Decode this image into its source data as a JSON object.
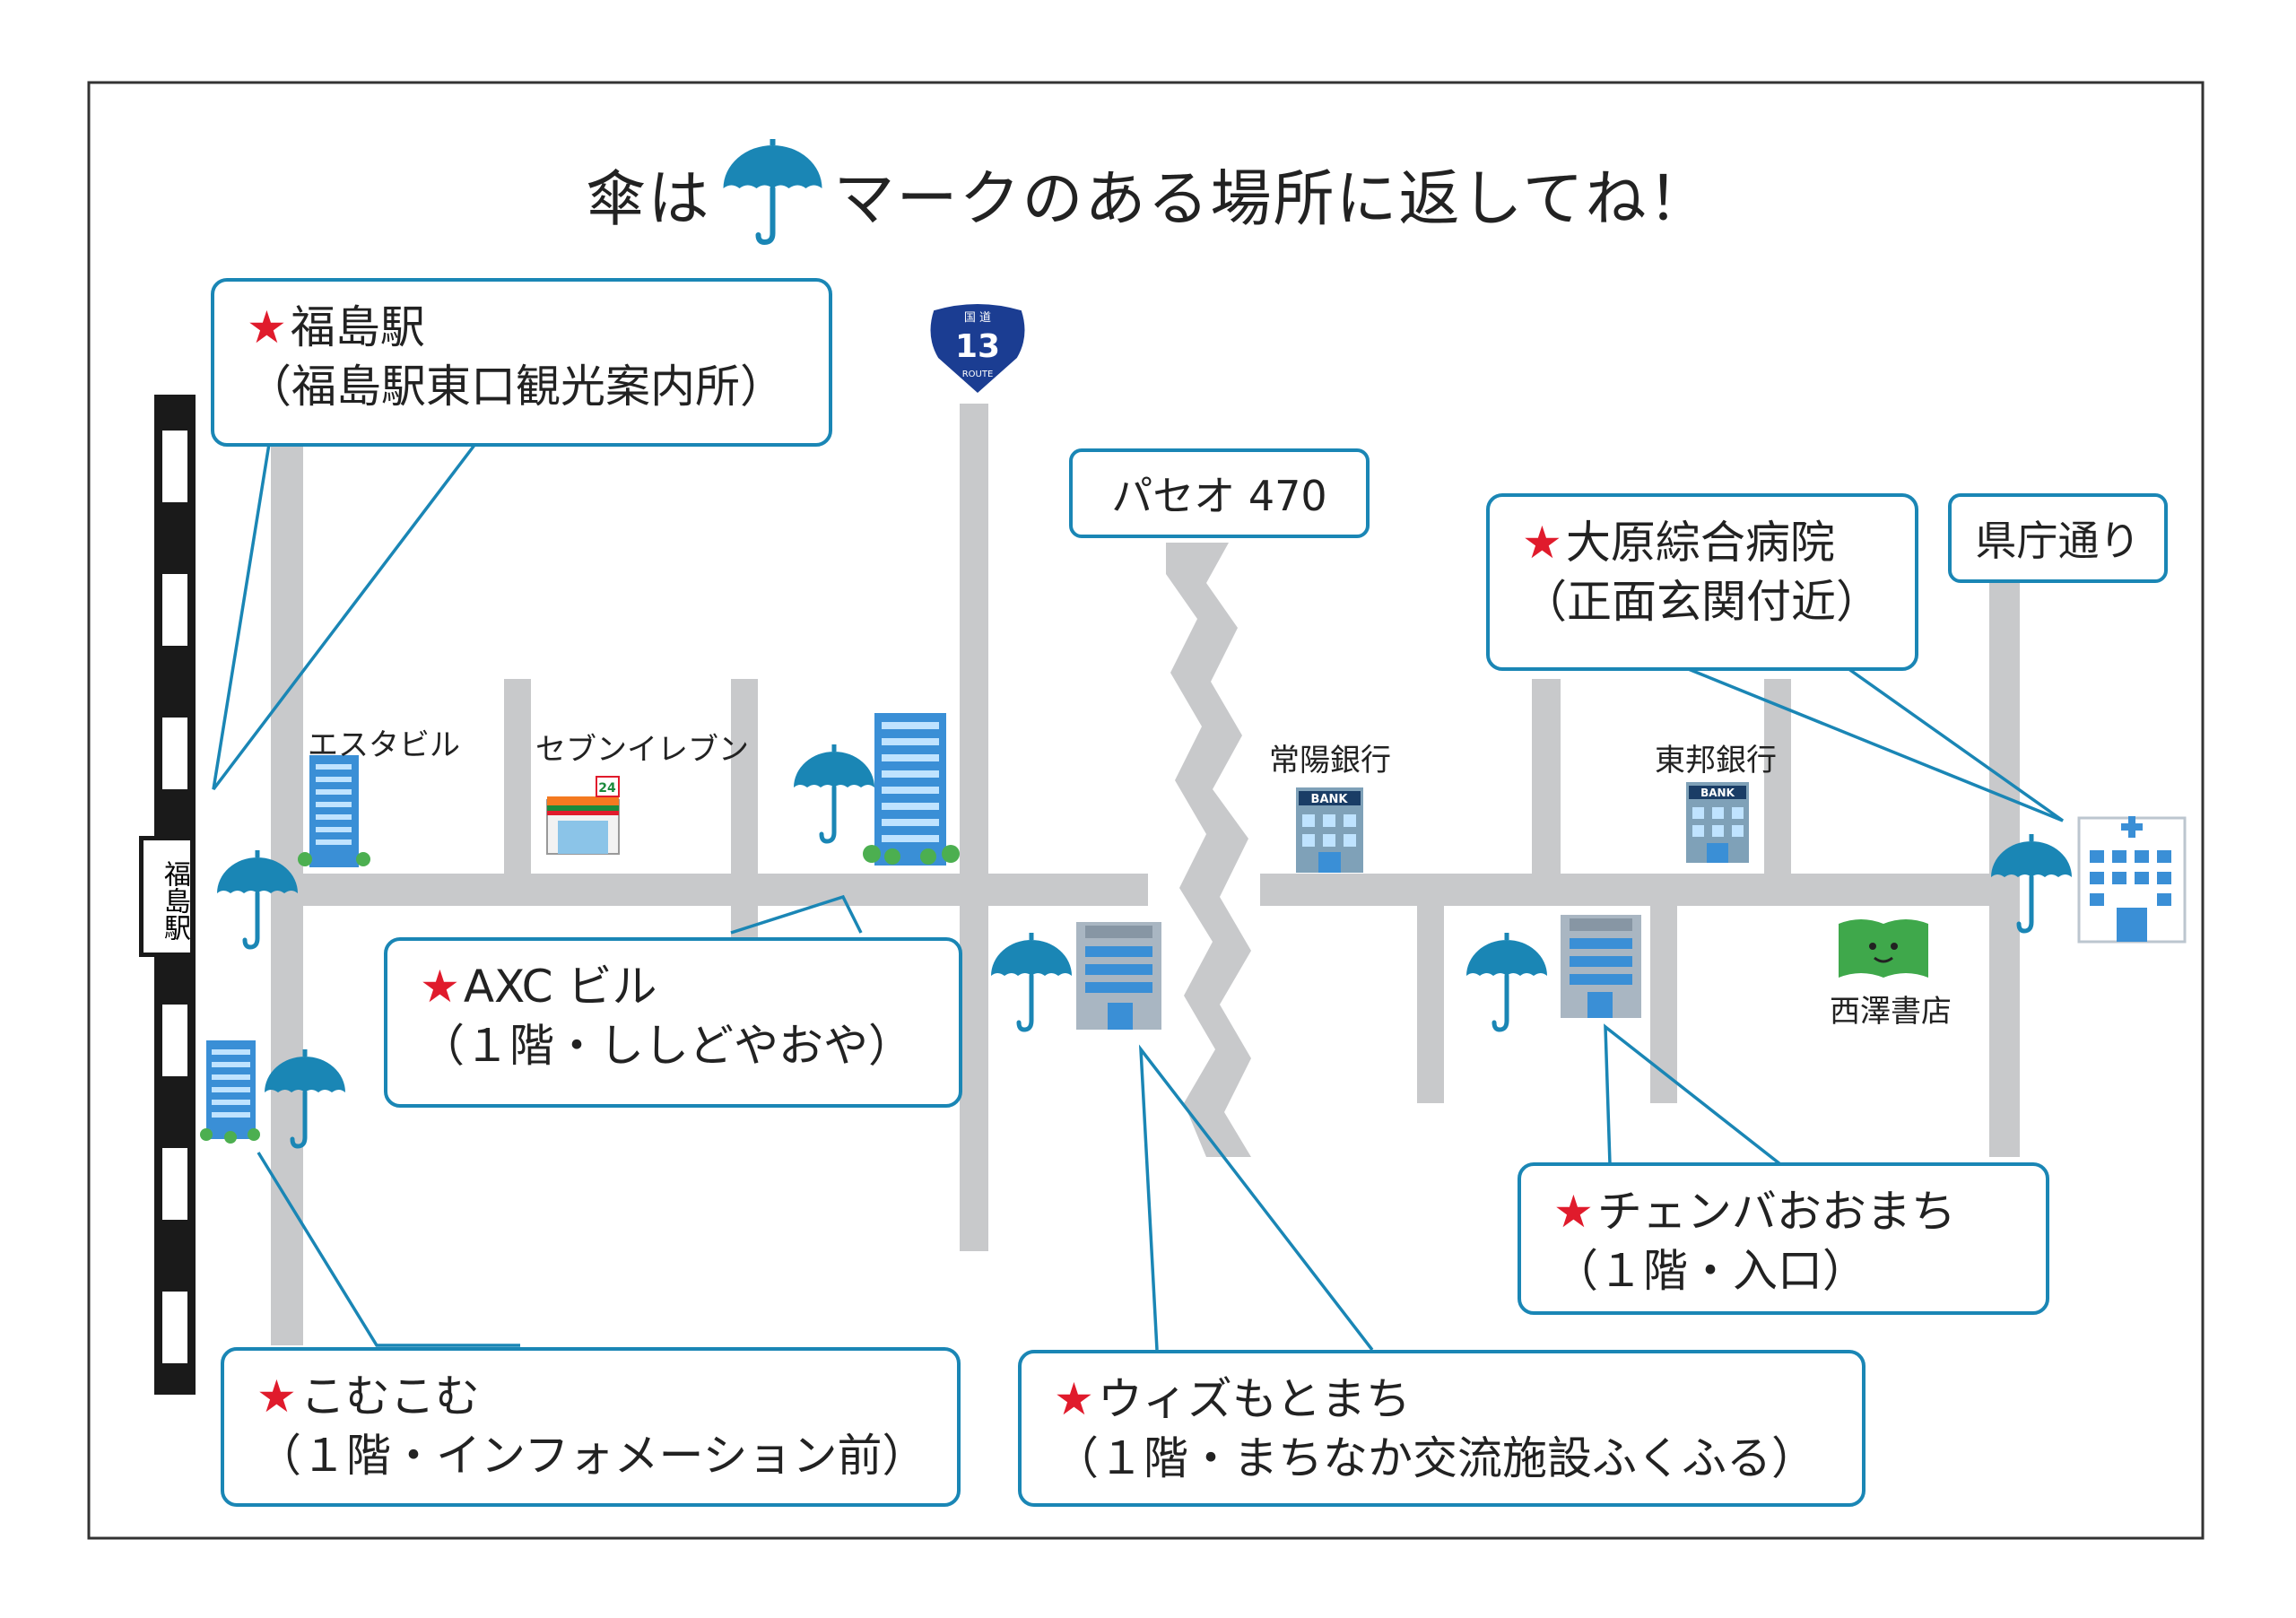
{
  "title": {
    "before": "傘は",
    "after": "マークのある場所に返してね！"
  },
  "route_sign": {
    "top": "国 道",
    "number": "13",
    "bottom": "ROUTE"
  },
  "station_label": "福島駅",
  "callouts": {
    "fukushima": {
      "line1": "福島駅",
      "line2": "（福島駅東口観光案内所）"
    },
    "axc": {
      "line1": "AXC ビル",
      "line2": "（１階・ししどやおや）"
    },
    "komukomu": {
      "line1": "こむこむ",
      "line2": "（１階・インフォメーション前）"
    },
    "wiz": {
      "line1": "ウィズもとまち",
      "line2": "（１階・まちなか交流施設ふくふる）"
    },
    "ohara": {
      "line1": "大原綜合病院",
      "line2": "（正面玄関付近）"
    },
    "chemba": {
      "line1": "チェンバおおまち",
      "line2": "（１階・入口）"
    }
  },
  "star": "★",
  "plain_boxes": {
    "paseo": "パセオ 470",
    "kencho": "県庁通り"
  },
  "landmarks": {
    "esta": "エスタビル",
    "seven": "セブンイレブン",
    "joyo": "常陽銀行",
    "toho": "東邦銀行",
    "nishizawa": "西澤書店",
    "bank_sign": "BANK"
  },
  "colors": {
    "road": "#c8c9cb",
    "umbrella": "#1a86b5",
    "callout_border": "#1a86b5",
    "star": "#e01b2c",
    "rail": "#1a1a1a",
    "building": "#3a8fd6"
  }
}
